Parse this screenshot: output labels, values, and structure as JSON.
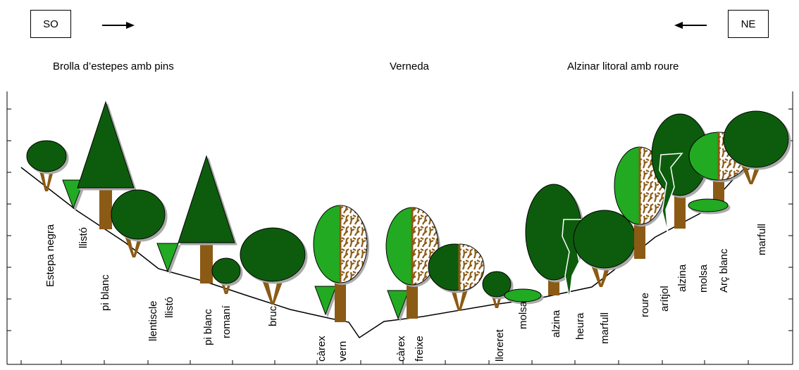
{
  "directions": {
    "left": {
      "label": "SO",
      "arrow": "right"
    },
    "right": {
      "label": "NE",
      "arrow": "left"
    }
  },
  "zones": [
    "Brolla d’estepes amb pins",
    "Verneda",
    "Alzinar litoral amb roure"
  ],
  "plants": [
    {
      "label": "Estepa negra",
      "kind": "round",
      "color": "#0d5c0d"
    },
    {
      "label": "llistó",
      "kind": "triangle",
      "color": "#22aa22"
    },
    {
      "label": "pi blanc",
      "kind": "pine",
      "color": "#0d5c0d"
    },
    {
      "label": "llentiscle",
      "kind": "round",
      "color": "#0d5c0d"
    },
    {
      "label": "llistó",
      "kind": "triangle",
      "color": "#22aa22"
    },
    {
      "label": "pi blanc",
      "kind": "pine",
      "color": "#0d5c0d"
    },
    {
      "label": "romaní",
      "kind": "round",
      "color": "#0d5c0d"
    },
    {
      "label": "bruc",
      "kind": "round",
      "color": "#0d5c0d"
    },
    {
      "label": "càrex",
      "kind": "triangle",
      "color": "#22aa22"
    },
    {
      "label": "vern",
      "kind": "deciduous",
      "color": "#22aa22"
    },
    {
      "label": "càrex",
      "kind": "triangle",
      "color": "#22aa22"
    },
    {
      "label": "freixe",
      "kind": "deciduous",
      "color": "#22aa22"
    },
    {
      "label": "lloreret",
      "kind": "round",
      "color": "#0d5c0d"
    },
    {
      "label": "molsa",
      "kind": "moss",
      "color": "#22aa22"
    },
    {
      "label": "alzina",
      "kind": "oval",
      "color": "#0d5c0d"
    },
    {
      "label": "heura",
      "kind": "vine",
      "color": "#0d5c0d"
    },
    {
      "label": "marfull",
      "kind": "round",
      "color": "#0d5c0d"
    },
    {
      "label": "roure",
      "kind": "deciduous",
      "color": "#22aa22"
    },
    {
      "label": "arítjol",
      "kind": "vine",
      "color": "#0d5c0d"
    },
    {
      "label": "alzina",
      "kind": "oval",
      "color": "#0d5c0d"
    },
    {
      "label": "molsa",
      "kind": "moss",
      "color": "#22aa22"
    },
    {
      "label": "Arç blanc",
      "kind": "deciduous",
      "color": "#22aa22"
    },
    {
      "label": "marfull",
      "kind": "round",
      "color": "#0d5c0d"
    }
  ],
  "colors": {
    "dark_green": "#0d5c0d",
    "light_green": "#22aa22",
    "trunk": "#8b5a14",
    "line": "#000000"
  }
}
